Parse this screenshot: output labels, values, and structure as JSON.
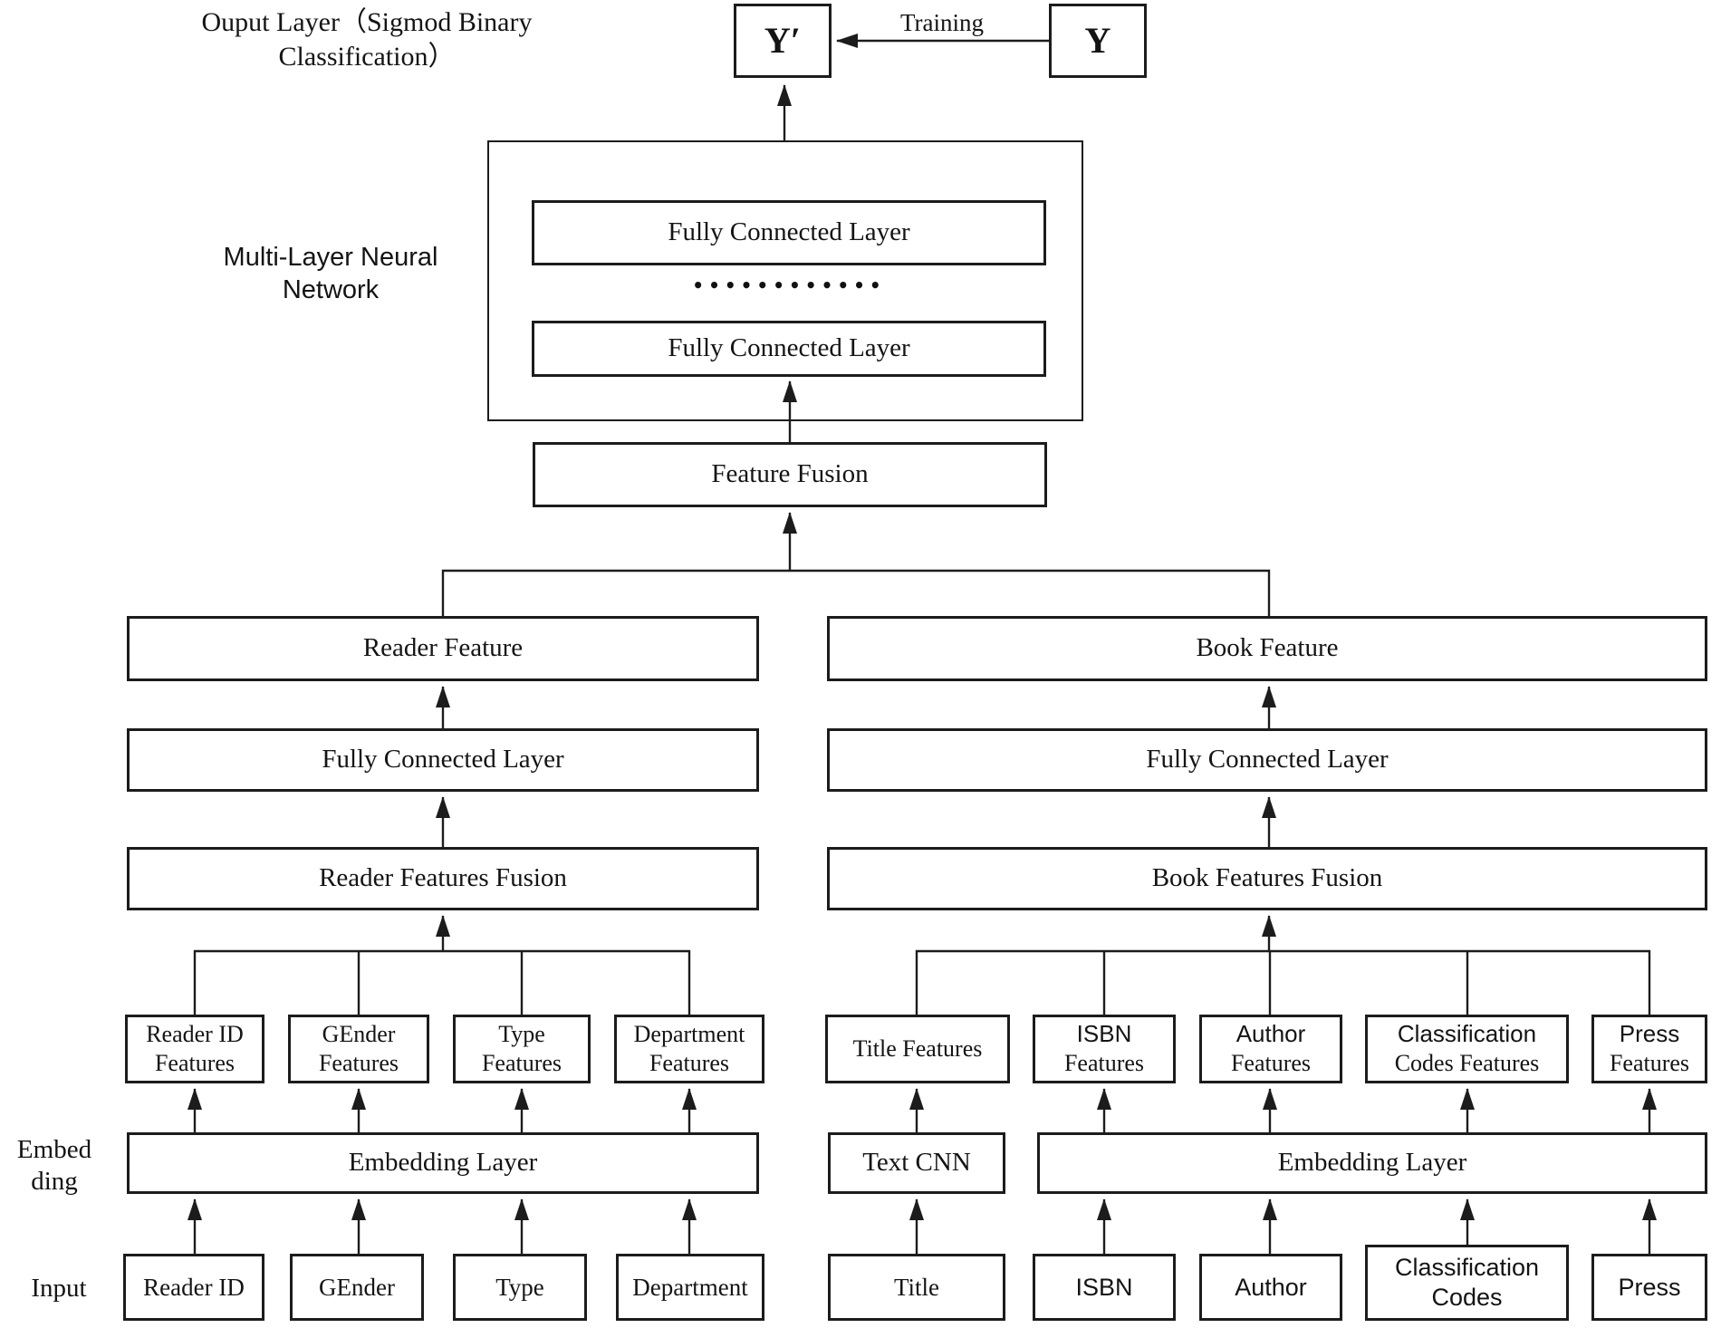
{
  "header": {
    "output_layer_label": {
      "line1": "Ouput Layer（Sigmod Binary",
      "line2": "Classification）"
    },
    "y_pred": "Y′",
    "y_true": "Y",
    "training": "Training"
  },
  "mlnn": {
    "label": {
      "line1": "Multi-Layer Neural",
      "line2": "Network"
    },
    "fc_top": "Fully Connected Layer",
    "dots": "••••••••••••",
    "fc_bottom": "Fully Connected Layer"
  },
  "fusion": {
    "feature_fusion": "Feature Fusion"
  },
  "reader": {
    "feature": "Reader Feature",
    "fc": "Fully Connected Layer",
    "fusion": "Reader Features Fusion",
    "features": [
      {
        "line1": "Reader ID",
        "line2": "Features"
      },
      {
        "line1": "GEnder",
        "line2": "Features"
      },
      {
        "line1": "Type",
        "line2": "Features"
      },
      {
        "line1": "Department",
        "line2": "Features"
      }
    ],
    "embedding": "Embedding Layer",
    "inputs": [
      "Reader ID",
      "GEnder",
      "Type",
      "Department"
    ]
  },
  "book": {
    "feature": "Book Feature",
    "fc": "Fully Connected Layer",
    "fusion": "Book Features Fusion",
    "features": [
      {
        "line1": "Title Features",
        "line2": ""
      },
      {
        "line1": "ISBN",
        "line2": "Features"
      },
      {
        "line1": "Author",
        "line2": "Features"
      },
      {
        "line1": "Classification",
        "line2": "Codes Features"
      },
      {
        "line1": "Press",
        "line2": "Features"
      }
    ],
    "text_cnn": "Text CNN",
    "embedding": "Embedding Layer",
    "inputs": [
      {
        "line1": "Title",
        "line2": ""
      },
      {
        "line1": "ISBN",
        "line2": ""
      },
      {
        "line1": "Author",
        "line2": ""
      },
      {
        "line1": "Classification",
        "line2": "Codes"
      },
      {
        "line1": "Press",
        "line2": ""
      }
    ]
  },
  "side_labels": {
    "embedding": {
      "line1": "Embed",
      "line2": "ding"
    },
    "input": "Input"
  },
  "colors": {
    "line": "#1c1c1c",
    "background": "#ffffff",
    "text": "#141414"
  }
}
